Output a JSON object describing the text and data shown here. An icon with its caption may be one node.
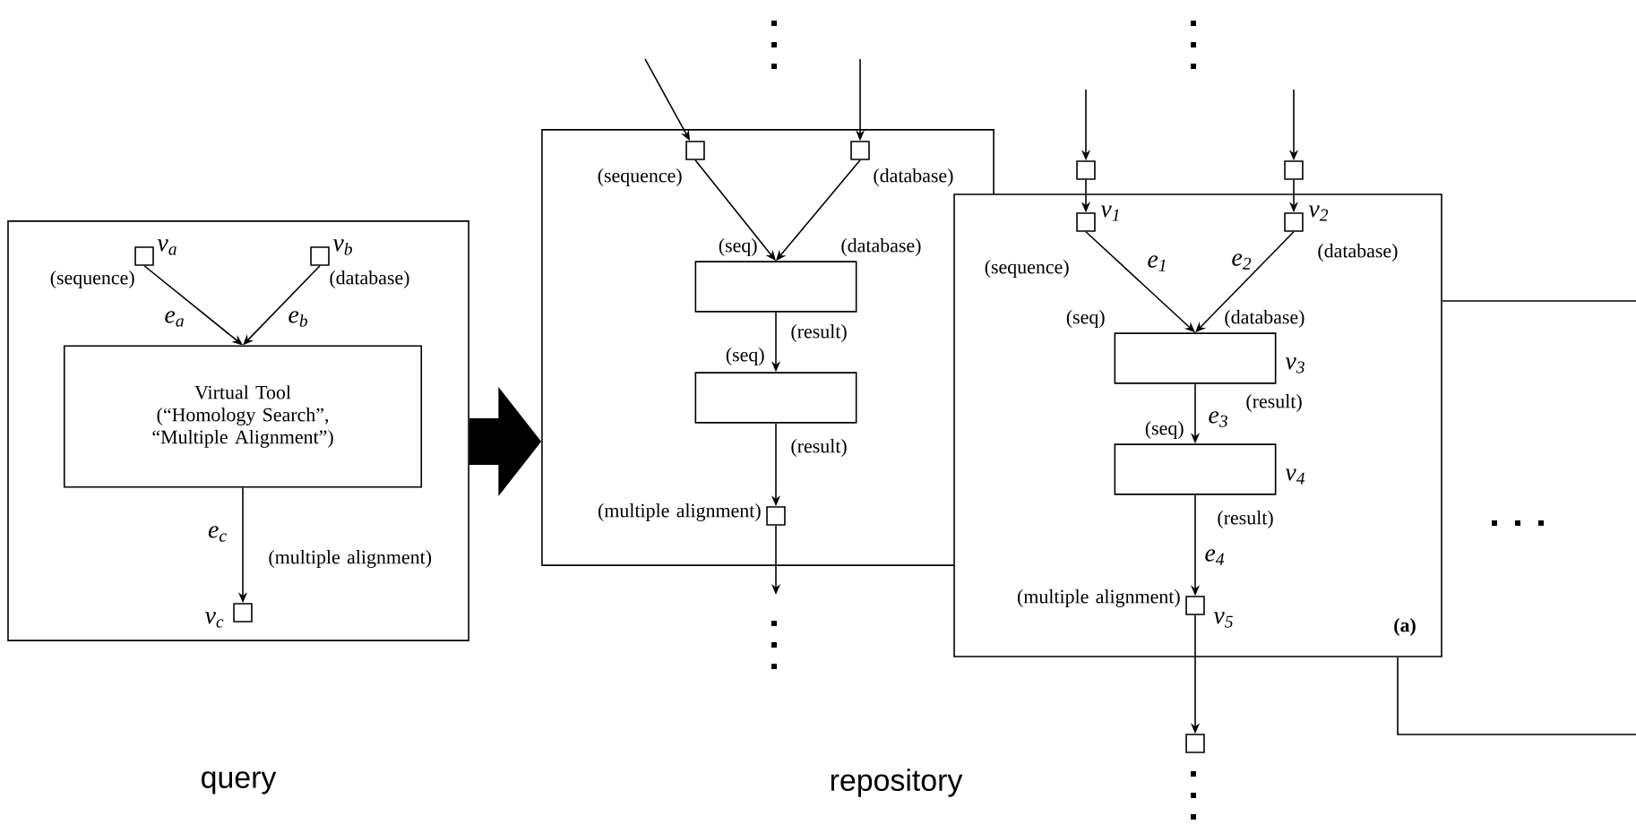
{
  "diagram": {
    "nodes": [
      {
        "text": [],
        "shape": "box"
      },
      {
        "text": [],
        "shape": "box",
        "in": 0,
        "beside": [
          "v$_{a}$",
          "(sequence)"
        ]
      },
      {
        "text": [],
        "shape": "box",
        "in": 0,
        "beside": [
          "v$_{b}$",
          "(database)"
        ]
      },
      {
        "text": [
          "Virtual Tool",
          "(“Homology Search”, “Multiple Alignment”)"
        ],
        "in": 0
      },
      {
        "text": [],
        "shape": "box",
        "in": 0,
        "beside": [
          "v$_{c}$",
          "(multiple alignment)"
        ]
      },
      {
        "text": [],
        "shape": "box"
      },
      {
        "text": [],
        "shape": "box",
        "in": 5,
        "beside": [
          "(sequence)"
        ]
      },
      {
        "text": [],
        "shape": "box",
        "in": 5,
        "beside": [
          "(database)"
        ]
      },
      {
        "text": [],
        "shape": "box",
        "in": 5,
        "beside": [
          "(seq)",
          "(database)",
          "(result)"
        ]
      },
      {
        "text": [],
        "shape": "box",
        "in": 5,
        "beside": [
          "(seq)",
          "(result)"
        ]
      },
      {
        "text": [],
        "shape": "box",
        "in": 5,
        "beside": [
          "(multiple alignment)"
        ]
      },
      {
        "text": [],
        "shape": "box",
        "beside": [
          "(a)"
        ]
      },
      {
        "text": [],
        "shape": "box"
      },
      {
        "text": [],
        "shape": "box"
      },
      {
        "text": [],
        "shape": "box",
        "in": 11,
        "beside": [
          "v$_{1}$",
          "(sequence)"
        ]
      },
      {
        "text": [],
        "shape": "box",
        "in": 11,
        "beside": [
          "v$_{2}$",
          "(database)"
        ]
      },
      {
        "text": [],
        "shape": "box",
        "in": 11,
        "beside": [
          "v$_{3}$",
          "(seq)",
          "(database)",
          "(result)"
        ]
      },
      {
        "text": [],
        "shape": "box",
        "in": 11,
        "beside": [
          "v$_{4}$",
          "(seq)",
          "(result)"
        ]
      },
      {
        "text": [],
        "shape": "box",
        "in": 11,
        "beside": [
          "v$_{5}$",
          "(multiple alignment)"
        ]
      },
      {
        "text": [],
        "shape": "box"
      }
    ],
    "edges": [
      {
        "from": 1,
        "to": 3,
        "arrow": "to",
        "label": "e$_{a}$"
      },
      {
        "from": 2,
        "to": 3,
        "arrow": "to",
        "label": "e$_{b}$"
      },
      {
        "from": 3,
        "to": 4,
        "arrow": "to",
        "label": "e$_{c}$"
      },
      {
        "from": 0,
        "to": 5,
        "arrow": "to",
        "style": "thick"
      },
      {
        "from": null,
        "to": 6,
        "arrow": "to"
      },
      {
        "from": null,
        "to": 7,
        "arrow": "to"
      },
      {
        "from": 6,
        "to": 8,
        "arrow": "to"
      },
      {
        "from": 7,
        "to": 8,
        "arrow": "to"
      },
      {
        "from": 8,
        "to": 9,
        "arrow": "to"
      },
      {
        "from": 9,
        "to": 10,
        "arrow": "to"
      },
      {
        "from": 10,
        "to": null,
        "arrow": "to"
      },
      {
        "from": null,
        "to": 12,
        "arrow": "to"
      },
      {
        "from": null,
        "to": 13,
        "arrow": "to"
      },
      {
        "from": 12,
        "to": 14,
        "arrow": "to"
      },
      {
        "from": 13,
        "to": 15,
        "arrow": "to"
      },
      {
        "from": 14,
        "to": 16,
        "arrow": "to",
        "label": "e$_{1}$"
      },
      {
        "from": 15,
        "to": 16,
        "arrow": "to",
        "label": "e$_{2}$"
      },
      {
        "from": 16,
        "to": 17,
        "arrow": "to",
        "label": "e$_{3}$"
      },
      {
        "from": 17,
        "to": 18,
        "arrow": "to",
        "label": "e$_{4}$"
      },
      {
        "from": 18,
        "to": 19,
        "arrow": "to"
      }
    ],
    "labels": [
      "query",
      "repository"
    ]
  }
}
